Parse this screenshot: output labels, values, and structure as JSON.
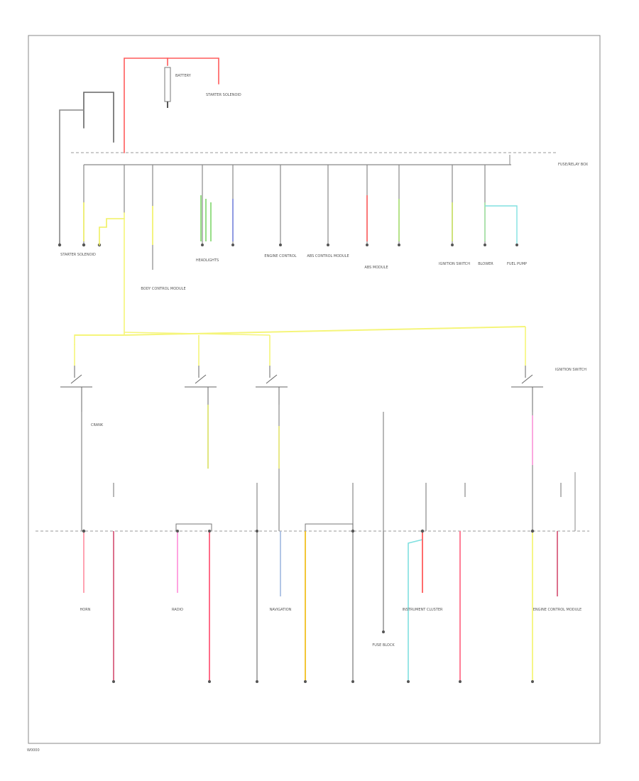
{
  "colors": {
    "red": "#ff4d4d",
    "black": "#666666",
    "yellow": "#f0f060",
    "green": "#7fd66b",
    "blue": "#7a86e0",
    "pink": "#ff99dd",
    "cyan": "#80e0e0",
    "orange": "#f0c020",
    "light_blue": "#9fb8e0"
  },
  "labels": {
    "battery": "BATTERY",
    "starter_solenoid": "STARTER SOLENOID",
    "fuse_block": "FUSE/RELAY BOX",
    "starter_b_solenoid": "STARTER SOLENOID",
    "headlights": "HEADLIGHTS",
    "engine_control": "ENGINE CONTROL",
    "abs_control": "ABS CONTROL MODULE",
    "abs_module": "ABS MODULE",
    "ignition_switch": "IGNITION SWITCH",
    "ignition_switch_2": "IGNITION SWITCH",
    "blower": "BLOWER",
    "fuel_pump": "FUEL PUMP",
    "bcm": "BODY CONTROL MODULE",
    "crank": "CRANK",
    "cluster": "INSTRUMENT CLUSTER",
    "nav": "NAVIGATION",
    "horn": "HORN",
    "radio": "RADIO",
    "ecm": "ENGINE CONTROL MODULE",
    "bottom_fuse_box": "FUSE BLOCK",
    "footer": "W0000"
  }
}
